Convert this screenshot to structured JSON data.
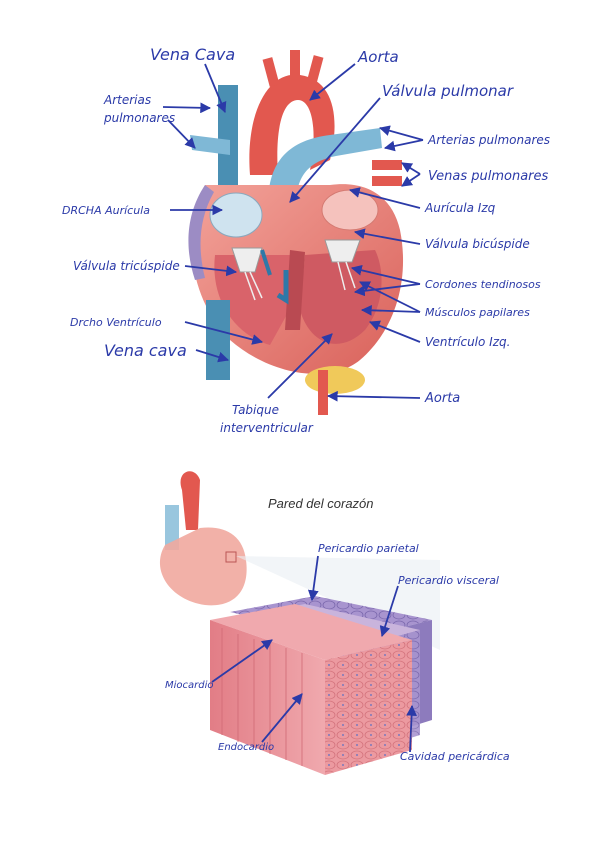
{
  "heart_diagram": {
    "labels": {
      "vena_cava_top": "Vena Cava",
      "arterias_pulmonares_left_1": "Arterias",
      "arterias_pulmonares_left_2": "pulmonares",
      "aorta_top": "Aorta",
      "valvula_pulmonar": "Válvula pulmonar",
      "arterias_pulmonares_right": "Arterias pulmonares",
      "venas_pulmonares": "Venas pulmonares",
      "auricula_derecha": "DRCHA Aurícula",
      "auricula_izquierda": "Aurícula Izq",
      "valvula_tricuspide": "Válvula tricúspide",
      "valvula_bicuspide": "Válvula bicúspide",
      "cordones_tendinosos": "Cordones tendinosos",
      "musculos_papilares": "Músculos papilares",
      "ventriculo_derecho": "Drcho Ventrículo",
      "ventriculo_izquierdo": "Ventrículo Izq.",
      "vena_cava_bottom": "Vena cava",
      "aorta_bottom": "Aorta",
      "tabique_1": "Tabique",
      "tabique_2": "interventricular"
    }
  },
  "wall_diagram": {
    "title": "Pared del corazón",
    "labels": {
      "pericardio_parietal": "Pericardio parietal",
      "pericardio_visceral": "Pericardio visceral",
      "miocardio": "Miocardio",
      "endocardio": "Endocardio",
      "cavidad_pericardica": "Cavidad pericárdica"
    }
  },
  "colors": {
    "ink": "#2b3aa8",
    "artery_red": "#e2584f",
    "vein_blue": "#4a8fb3",
    "muscle_pink": "#e9878a",
    "pericardium_purple": "#9c8cc4"
  }
}
